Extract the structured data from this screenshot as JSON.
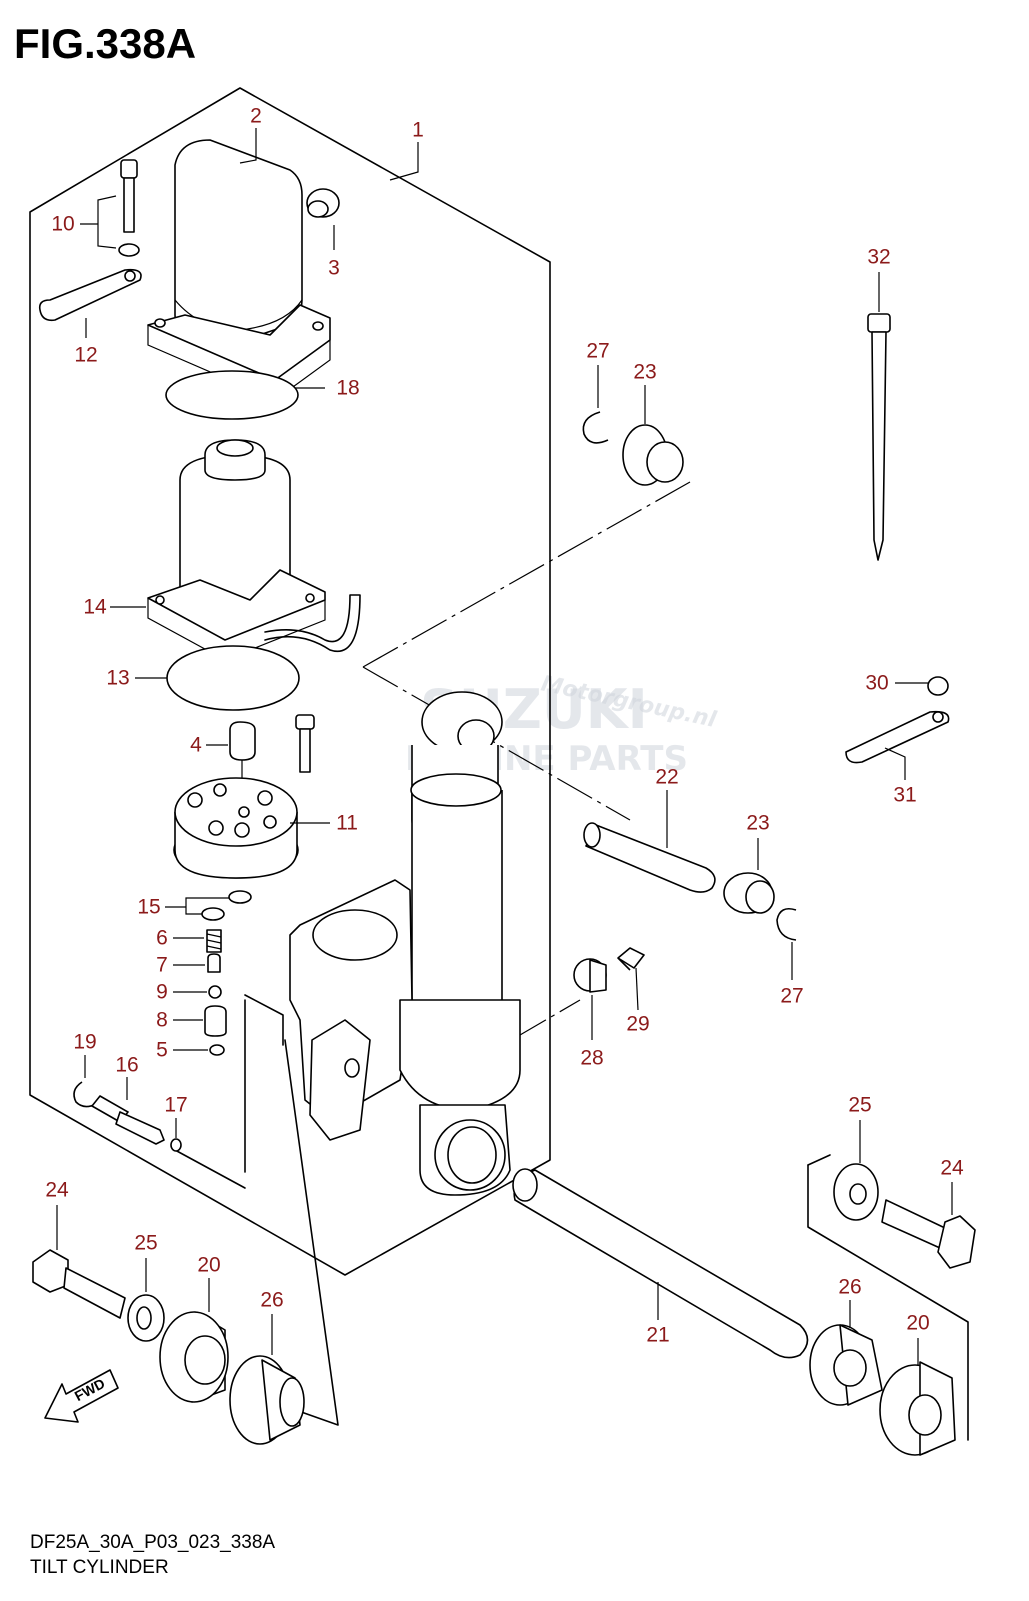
{
  "figure_title": "FIG.338A",
  "footer": {
    "code": "DF25A_30A_P03_023_338A",
    "name": "TILT CYLINDER"
  },
  "watermark": {
    "brand": "SUZUKI",
    "line2": "MARINE PARTS",
    "script": "Motorgroup.nl"
  },
  "fwd_label": "FWD",
  "label_color": "#8b1a1a",
  "callouts": [
    {
      "id": "1",
      "text": "1"
    },
    {
      "id": "2",
      "text": "2"
    },
    {
      "id": "3",
      "text": "3"
    },
    {
      "id": "4",
      "text": "4"
    },
    {
      "id": "5",
      "text": "5"
    },
    {
      "id": "6",
      "text": "6"
    },
    {
      "id": "7",
      "text": "7"
    },
    {
      "id": "8",
      "text": "8"
    },
    {
      "id": "9",
      "text": "9"
    },
    {
      "id": "10",
      "text": "10"
    },
    {
      "id": "11",
      "text": "11"
    },
    {
      "id": "12",
      "text": "12"
    },
    {
      "id": "13",
      "text": "13"
    },
    {
      "id": "14",
      "text": "14"
    },
    {
      "id": "15",
      "text": "15"
    },
    {
      "id": "16",
      "text": "16"
    },
    {
      "id": "17",
      "text": "17"
    },
    {
      "id": "18",
      "text": "18"
    },
    {
      "id": "19",
      "text": "19"
    },
    {
      "id": "20a",
      "text": "20"
    },
    {
      "id": "20b",
      "text": "20"
    },
    {
      "id": "21",
      "text": "21"
    },
    {
      "id": "22",
      "text": "22"
    },
    {
      "id": "23a",
      "text": "23"
    },
    {
      "id": "23b",
      "text": "23"
    },
    {
      "id": "24a",
      "text": "24"
    },
    {
      "id": "24b",
      "text": "24"
    },
    {
      "id": "25a",
      "text": "25"
    },
    {
      "id": "25b",
      "text": "25"
    },
    {
      "id": "26a",
      "text": "26"
    },
    {
      "id": "26b",
      "text": "26"
    },
    {
      "id": "27a",
      "text": "27"
    },
    {
      "id": "27b",
      "text": "27"
    },
    {
      "id": "28",
      "text": "28"
    },
    {
      "id": "29",
      "text": "29"
    },
    {
      "id": "30",
      "text": "30"
    },
    {
      "id": "31",
      "text": "31"
    },
    {
      "id": "32",
      "text": "32"
    }
  ]
}
